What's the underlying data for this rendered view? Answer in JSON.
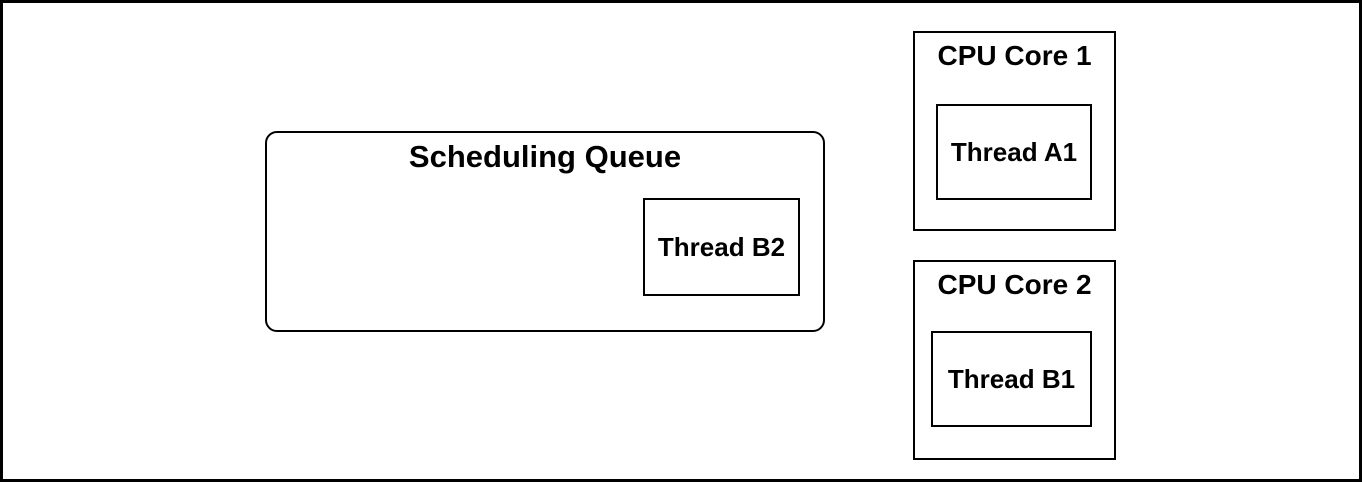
{
  "canvas": {
    "background_color": "#ffffff",
    "border_color": "#000000",
    "text_color": "#000000"
  },
  "diagram": {
    "scheduling_queue": {
      "title": "Scheduling Queue",
      "threads": [
        {
          "label": "Thread B2"
        }
      ]
    },
    "cpu_cores": [
      {
        "title": "CPU Core 1",
        "thread": {
          "label": "Thread A1"
        }
      },
      {
        "title": "CPU Core 2",
        "thread": {
          "label": "Thread B1"
        }
      }
    ]
  }
}
